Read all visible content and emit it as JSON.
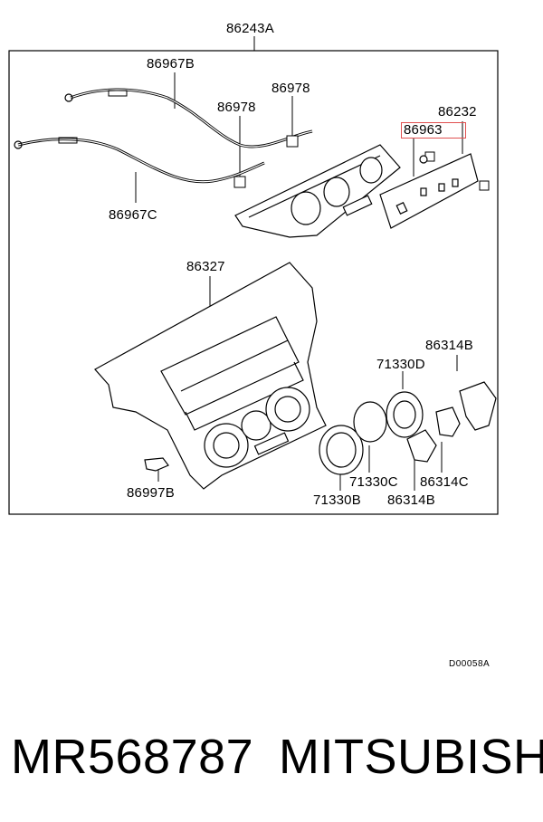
{
  "diagram": {
    "callouts": {
      "assembly": "86243A",
      "cable_upper": "86967B",
      "cable_lower": "86967C",
      "clip_right": "86978",
      "clip_left": "86978",
      "panel": "86232",
      "bulb_socket": "86963",
      "bezel": "86327",
      "knob_top": "86314B",
      "ring_d": "71330D",
      "ring_c": "71330C",
      "knob_c": "86314C",
      "ring_b": "71330B",
      "knob_b": "86314B",
      "clip_bottom": "86997B"
    },
    "drawing_code": "D00058A",
    "highlight_color": "#e05050"
  },
  "footer": {
    "part_number": "MR568787",
    "brand": "MITSUBISHI"
  }
}
